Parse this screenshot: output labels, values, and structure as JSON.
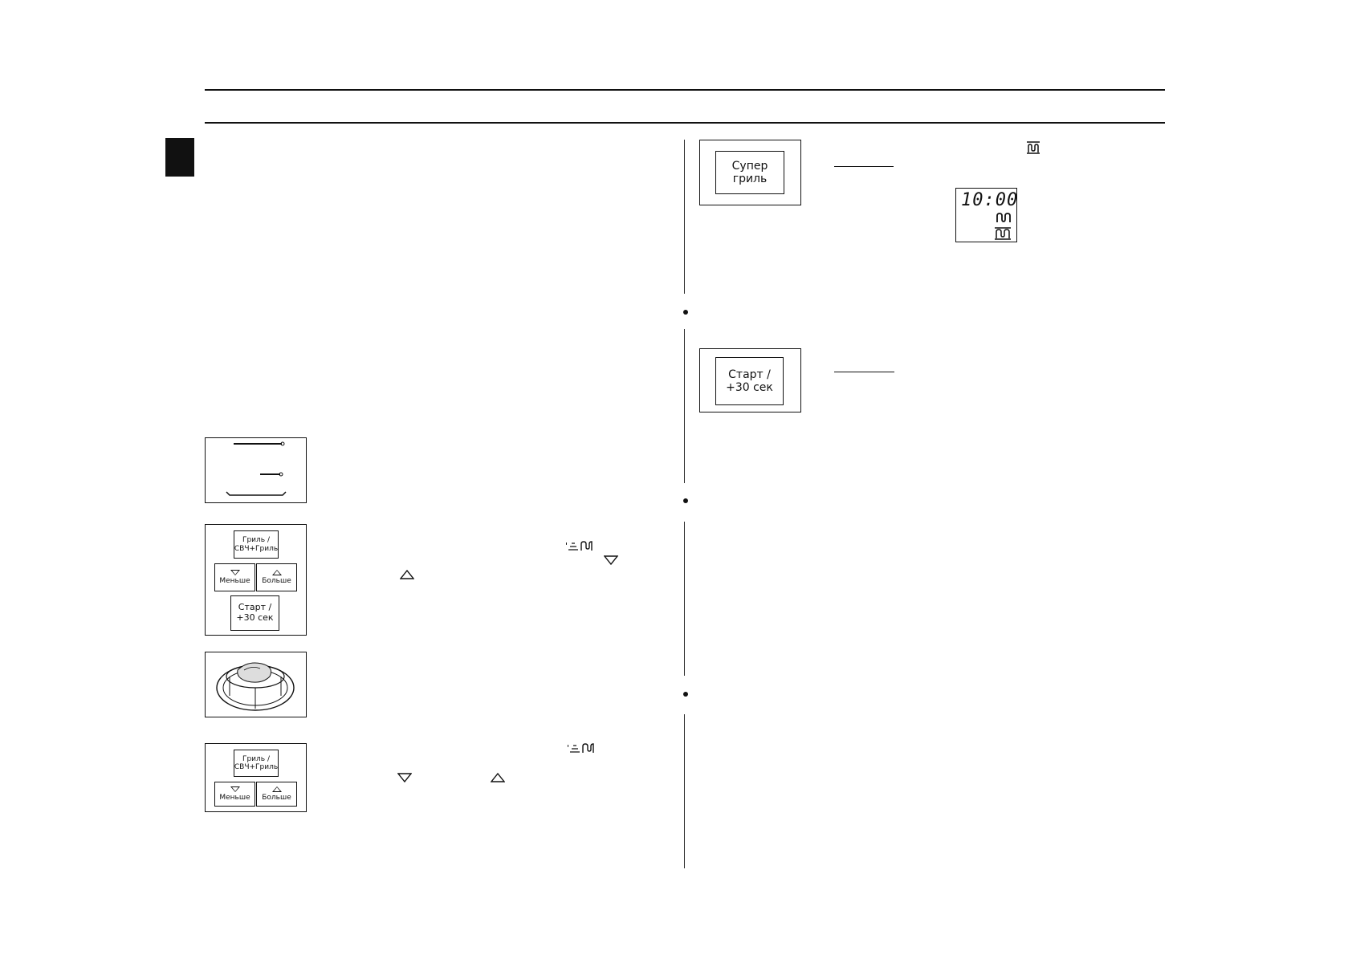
{
  "buttons": {
    "super_grill": [
      "Супер",
      "гриль"
    ],
    "start": [
      "Старт /",
      "+30 сек"
    ],
    "grill_combo": [
      "Гриль /",
      "СВЧ+Гриль"
    ],
    "less": "Меньше",
    "more": "Больше"
  },
  "display": {
    "time": "10:00"
  },
  "icons": {
    "grill": "ꟷ∿∿",
    "combo": "'⩲∿∿"
  }
}
